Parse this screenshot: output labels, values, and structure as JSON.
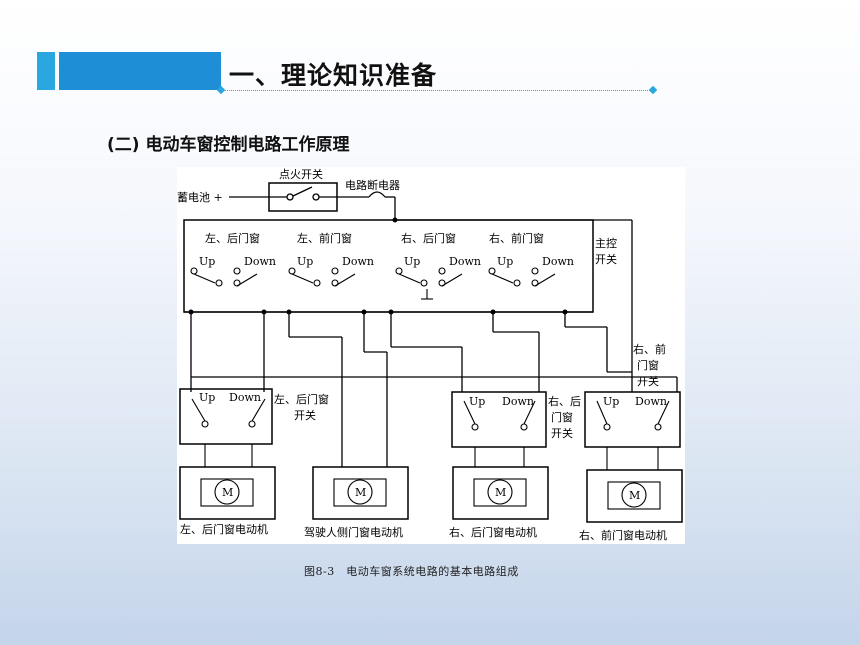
{
  "slide": {
    "heading": "一、理论知识准备",
    "subheading": "(二) 电动车窗控制电路工作原理",
    "caption": "图8-3　电动车窗系统电路的基本电路组成"
  },
  "diagram": {
    "battery_label": "蓄电池 +",
    "ignition_label": "点火开关",
    "breaker_label": "电路断电器",
    "master_switch_label": [
      "主控",
      "开关"
    ],
    "master_sections": [
      "左、后门窗",
      "左、前门窗",
      "右、后门窗",
      "右、前门窗"
    ],
    "up_label": "Up",
    "down_label": "Down",
    "left_rear_switch_label": [
      "左、后门窗",
      "开关"
    ],
    "right_rear_switch_label": [
      "右、后",
      "门窗",
      "开关"
    ],
    "right_front_switch_label": [
      "右、前",
      "门窗",
      "开关"
    ],
    "motor_symbol": "M",
    "motor_labels": [
      "左、后门窗电动机",
      "驾驶人侧门窗电动机",
      "右、后门窗电动机",
      "右、前门窗电动机"
    ]
  }
}
